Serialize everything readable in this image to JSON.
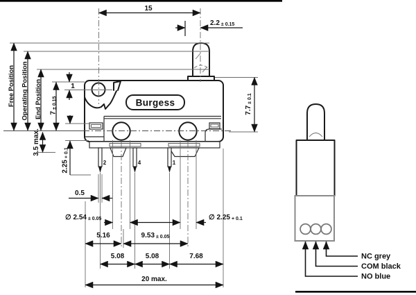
{
  "main_view": {
    "brand": "Burgess",
    "position_labels": {
      "free": "Free Position",
      "operating": "Operating Position",
      "end": "End Position"
    },
    "pin_numbers": {
      "pin2": "2",
      "pin4": "4",
      "pin1": "1"
    },
    "dimensions": {
      "top_span": "15",
      "plunger_offset": {
        "v": "2.2",
        "tol": "± 0.15"
      },
      "pivot_depth": "1",
      "body_height": {
        "v": "7",
        "tol": "± 0.15"
      },
      "right_height": {
        "v": "7.7",
        "tol": "± 0.1"
      },
      "pin_shoulder": "3.5 max.",
      "pin_boss": {
        "v": "2.25",
        "tol": "+ 0.1"
      },
      "pin_width": "0.5",
      "hole_left": {
        "v": "∅ 2.54",
        "tol": "± 0.05"
      },
      "hole_right": {
        "v": "∅ 2.25",
        "tol": "+ 0.1"
      },
      "d_5_16": "5.16",
      "d_9_53": {
        "v": "9.53",
        "tol": "± 0.05"
      },
      "d_5_08_a": "5.08",
      "d_5_08_b": "5.08",
      "d_7_68": "7.68",
      "total_length": "20 max."
    }
  },
  "side_view": {
    "terminal_labels": {
      "nc": "NC grey",
      "com": "COM black",
      "no": "NO blue"
    }
  }
}
